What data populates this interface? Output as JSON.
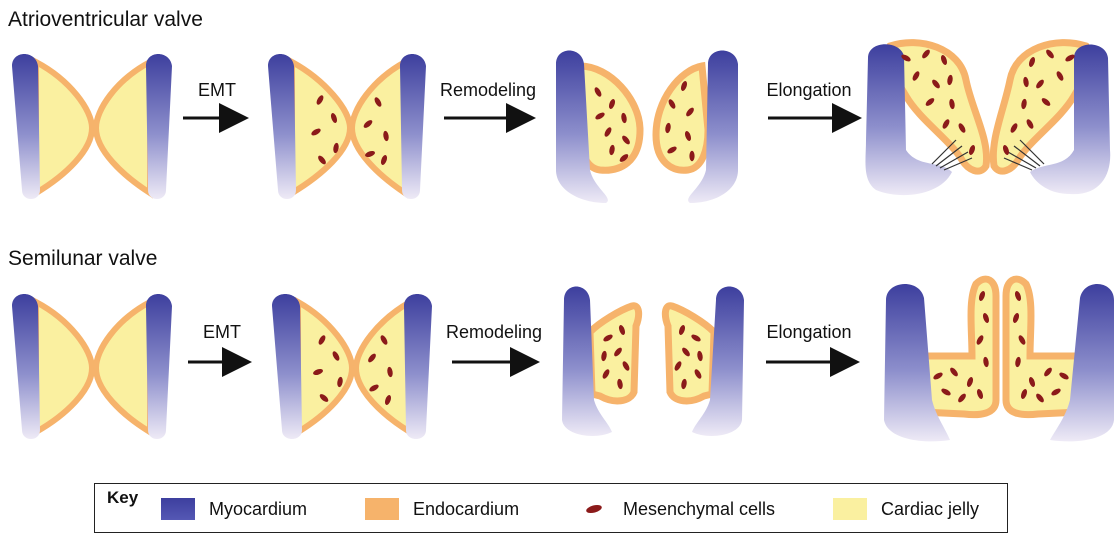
{
  "rows": [
    {
      "title": "Atrioventricular valve",
      "steps": [
        "EMT",
        "Remodeling",
        "Elongation"
      ]
    },
    {
      "title": "Semilunar valve",
      "steps": [
        "EMT",
        "Remodeling",
        "Elongation"
      ]
    }
  ],
  "key": {
    "title": "Key",
    "items": [
      {
        "label": "Myocardium",
        "color": "#4a4fa8"
      },
      {
        "label": "Endocardium",
        "color": "#f6b36b"
      },
      {
        "label": "Mesenchymal cells",
        "color": "#8b1a1a"
      },
      {
        "label": "Cardiac jelly",
        "color": "#faf0a0"
      }
    ]
  },
  "colors": {
    "myocardium_dark": "#3d3f9e",
    "myocardium_light": "#e6e4f2",
    "endocardium": "#f6b36b",
    "cardiac_jelly": "#faf0a0",
    "mesenchymal": "#8b1a1a"
  }
}
